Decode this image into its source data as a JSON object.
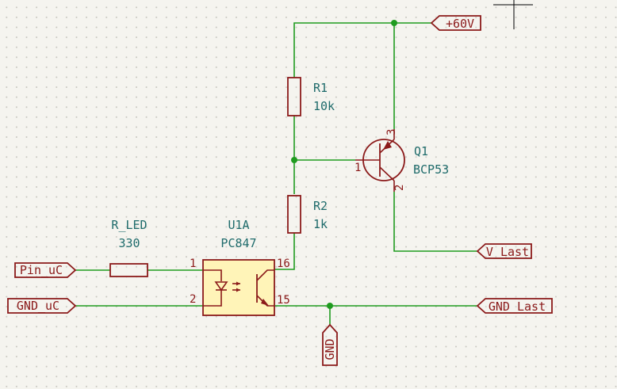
{
  "colors": {
    "wire": "#1f9b1f",
    "symbol": "#8b1a1a",
    "symbol_fill": "#fff4b8",
    "reference_text": "#1e6b6b",
    "background": "#f5f4ef"
  },
  "components": {
    "r1": {
      "ref": "R1",
      "value": "10k"
    },
    "r2": {
      "ref": "R2",
      "value": "1k"
    },
    "r_led": {
      "ref": "R_LED",
      "value": "330"
    },
    "q1": {
      "ref": "Q1",
      "value": "BCP53",
      "pins": {
        "base": "1",
        "collector": "2",
        "emitter": "3"
      }
    },
    "u1a": {
      "ref": "U1A",
      "value": "PC847",
      "pins": {
        "anode": "1",
        "cathode": "2",
        "collector": "16",
        "emitter": "15"
      }
    }
  },
  "labels": {
    "pin_uc": "Pin_uC",
    "gnd_uc": "GND_uC",
    "v_last": "V_Last",
    "gnd_last": "GND_Last",
    "vcc": "+60V",
    "gnd": "GND"
  }
}
